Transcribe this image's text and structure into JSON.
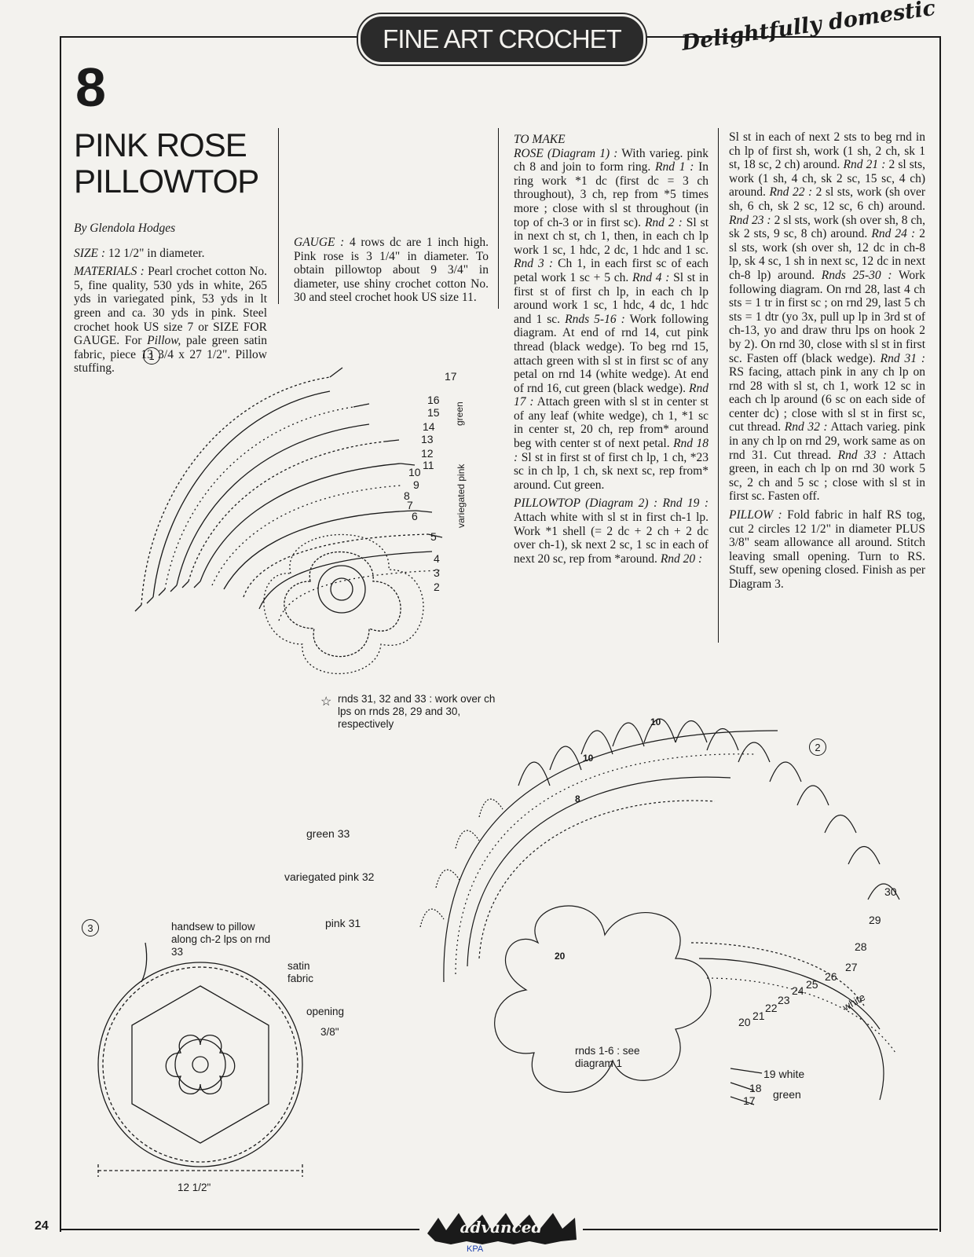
{
  "header": {
    "banner": "FINE ART CROCHET",
    "tagline": "Delightfully domestic"
  },
  "pattern": {
    "number": "8",
    "title": "PINK ROSE PILLOWTOP",
    "byline": "By Glendola Hodges"
  },
  "columns": {
    "size_label": "SIZE :",
    "size_text": "12 1/2\" in diameter.",
    "materials_label": "MATERIALS :",
    "materials_text": "Pearl crochet cotton No. 5, fine quality, 530 yds in white, 265 yds in variegated pink, 53 yds in lt green and ca. 30 yds in pink. Steel crochet hook US size 7 or SIZE FOR GAUGE. For",
    "pillow_label": "Pillow,",
    "pillow_text": "pale green satin fabric, piece 13 3/4 x 27 1/2\". Pillow stuffing.",
    "gauge_label": "GAUGE :",
    "gauge_text": "4 rows dc are 1 inch high. Pink rose is 3 1/4\" in diameter. To obtain pillowtop about 9 3/4\" in diameter, use shiny crochet cotton No. 30 and steel crochet hook US size 11.",
    "to_make_label": "TO MAKE",
    "rose_label": "ROSE (Diagram 1) :",
    "rose_text": "With varieg. pink ch 8 and join to form ring.",
    "rnd1_label": "Rnd 1 :",
    "rnd1_text": "In ring work *1 dc (first dc = 3 ch throughout), 3 ch, rep from *5 times more ; close with sl st throughout (in top of ch-3 or in first sc).",
    "rnd2_label": "Rnd 2 :",
    "rnd2_text": "Sl st in next ch st, ch 1, then, in each ch lp work 1 sc, 1 hdc, 2 dc, 1 hdc and 1 sc.",
    "rnd3_label": "Rnd 3 :",
    "rnd3_text": "Ch 1, in each first sc of each petal work 1 sc + 5 ch.",
    "rnd4_label": "Rnd 4 :",
    "rnd4_text": "Sl st in first st of first ch lp, in each ch lp around work 1 sc, 1 hdc, 4 dc, 1 hdc and 1 sc.",
    "rnds5_16_label": "Rnds 5-16 :",
    "rnds5_16_text": "Work following diagram. At end of rnd 14, cut pink thread (black wedge). To beg rnd 15, attach green with sl st in first sc of any petal on rnd 14 (white wedge). At end of rnd 16, cut green (black wedge).",
    "rnd17_label": "Rnd 17 :",
    "rnd17_text": "Attach green with sl st in center st of any leaf (white wedge), ch 1, *1 sc in center st, 20 ch, rep from* around beg with center st of next petal.",
    "rnd18_label": "Rnd 18 :",
    "rnd18_text": "Sl st in first st of first ch lp, 1 ch, *23 sc in ch lp, 1 ch, sk next sc, rep from* around. Cut green.",
    "pillowtop_label": "PILLOWTOP (Diagram 2) : Rnd 19 :",
    "pillowtop_text": "Attach white with sl st in first ch-1 lp. Work *1 shell (= 2 dc + 2 ch + 2 dc over ch-1), sk next 2 sc, 1 sc in each of next 20 sc, rep from *around.",
    "rnd20_label": "Rnd 20 :",
    "rnd20_text": "Sl st in each of next 2 sts to beg rnd in ch lp of first sh, work (1 sh, 2 ch, sk 1 st, 18 sc, 2 ch) around.",
    "rnd21_label": "Rnd 21 :",
    "rnd21_text": "2 sl sts, work (1 sh, 4 ch, sk 2 sc, 15 sc, 4 ch) around.",
    "rnd22_label": "Rnd 22 :",
    "rnd22_text": "2 sl sts, work (sh over sh, 6 ch, sk 2 sc, 12 sc, 6 ch) around.",
    "rnd23_label": "Rnd 23 :",
    "rnd23_text": "2 sl sts, work (sh over sh, 8 ch, sk 2 sts, 9 sc, 8 ch) around.",
    "rnd24_label": "Rnd 24 :",
    "rnd24_text": "2 sl sts, work (sh over sh, 12 dc in ch-8 lp, sk 4 sc, 1 sh in next sc, 12 dc in next ch-8 lp) around.",
    "rnds25_30_label": "Rnds 25-30 :",
    "rnds25_30_text": "Work following diagram. On rnd 28, last 4 ch sts = 1 tr in first sc ; on rnd 29, last 5 ch sts = 1 dtr (yo 3x, pull up lp in 3rd st of ch-13, yo and draw thru lps on hook 2 by 2). On rnd 30, close with sl st in first sc. Fasten off (black wedge).",
    "rnd31_label": "Rnd 31 :",
    "rnd31_text": "RS facing, attach pink in any ch lp on rnd 28 with sl st, ch 1, work 12 sc in each ch lp around (6 sc on each side of center dc) ; close with sl st in first sc, cut thread.",
    "rnd32_label": "Rnd 32 :",
    "rnd32_text": "Attach varieg. pink in any ch lp on rnd 29, work same as on rnd 31. Cut thread.",
    "rnd33_label": "Rnd 33 :",
    "rnd33_text": "Attach green, in each ch lp on rnd 30 work 5 sc, 2 ch and 5 sc ; close with sl st in first sc. Fasten off.",
    "pillow2_label": "PILLOW :",
    "pillow2_text": "Fold fabric in half RS tog, cut 2 circles 12 1/2\" in diameter PLUS 3/8\" seam allowance all around. Stitch leaving small opening. Turn to RS. Stuff, sew opening closed. Finish as per Diagram 3."
  },
  "diagram1": {
    "number": "1",
    "rounds": [
      "17",
      "16",
      "15",
      "14",
      "13",
      "12",
      "11",
      "10",
      "9",
      "8",
      "7",
      "6",
      "5",
      "4",
      "3",
      "2"
    ],
    "color_green": "green",
    "color_varpink": "variegated pink"
  },
  "diagram2": {
    "number": "2",
    "note": "rnds 31, 32 and 33 : work over ch lps on rnds 28, 29 and 30, respectively",
    "label_green33": "green",
    "label_green33_num": "33",
    "label_varpink32": "variegated pink",
    "label_varpink32_num": "32",
    "label_pink31": "pink",
    "label_pink31_num": "31",
    "rounds_right": [
      "30",
      "29",
      "28",
      "27",
      "26",
      "25",
      "24",
      "23",
      "22",
      "21",
      "20"
    ],
    "round_20_inner": "20",
    "label_white_side": "white",
    "center_note": "rnds 1-6 : see diagram 1",
    "label_19": "19",
    "label_19_color": "white",
    "label_18": "18",
    "label_17": "17",
    "label_17_18_color": "green",
    "top_marks": [
      "10",
      "10",
      "8"
    ]
  },
  "diagram3": {
    "number": "3",
    "note_handsew": "handsew to pillow along ch-2 lps on rnd 33",
    "label_satin": "satin fabric",
    "label_opening": "opening",
    "label_seam": "3/8\"",
    "label_width": "12 1/2\""
  },
  "footer": {
    "page_number": "24",
    "badge": "advanced",
    "credit": "KPA"
  }
}
